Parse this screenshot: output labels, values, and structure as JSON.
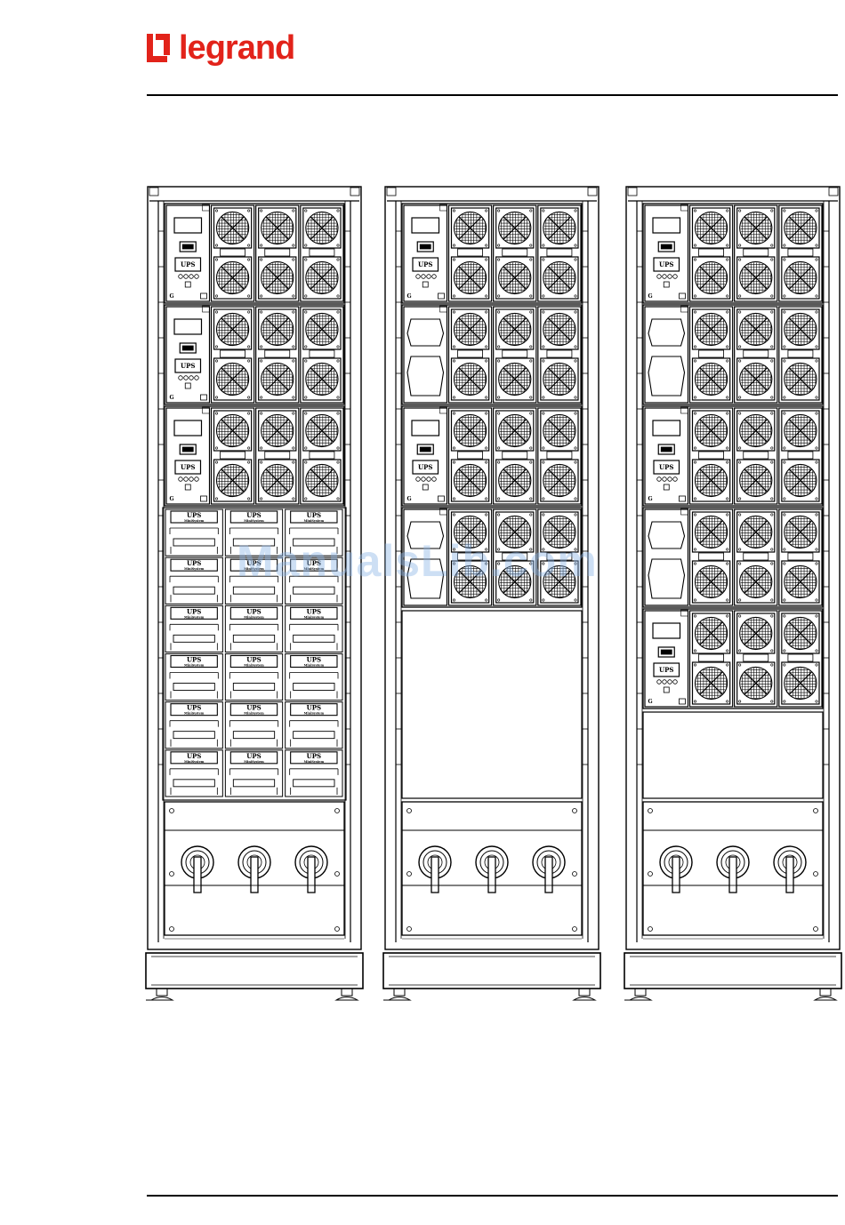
{
  "brand": {
    "name": "legrand",
    "color": "#e2231a"
  },
  "figure": {
    "cabinets": [
      {
        "modules": [
          "unit",
          "unit",
          "unit"
        ],
        "battery_rows": 6,
        "battery_cols": 3,
        "switches": 3
      },
      {
        "modules": [
          "unit",
          "blank",
          "unit",
          "blank"
        ],
        "battery_rows": 0,
        "battery_cols": 0,
        "switches": 3
      },
      {
        "modules": [
          "unit",
          "blank",
          "unit",
          "blank",
          "unit"
        ],
        "battery_rows": 0,
        "battery_cols": 0,
        "switches": 3
      }
    ],
    "module_label": "UPS",
    "battery_label": "UPS",
    "battery_sublabel": "MiniSystem"
  },
  "watermark": {
    "text": "ManualsLib.com",
    "color": "#8ab4e6"
  }
}
